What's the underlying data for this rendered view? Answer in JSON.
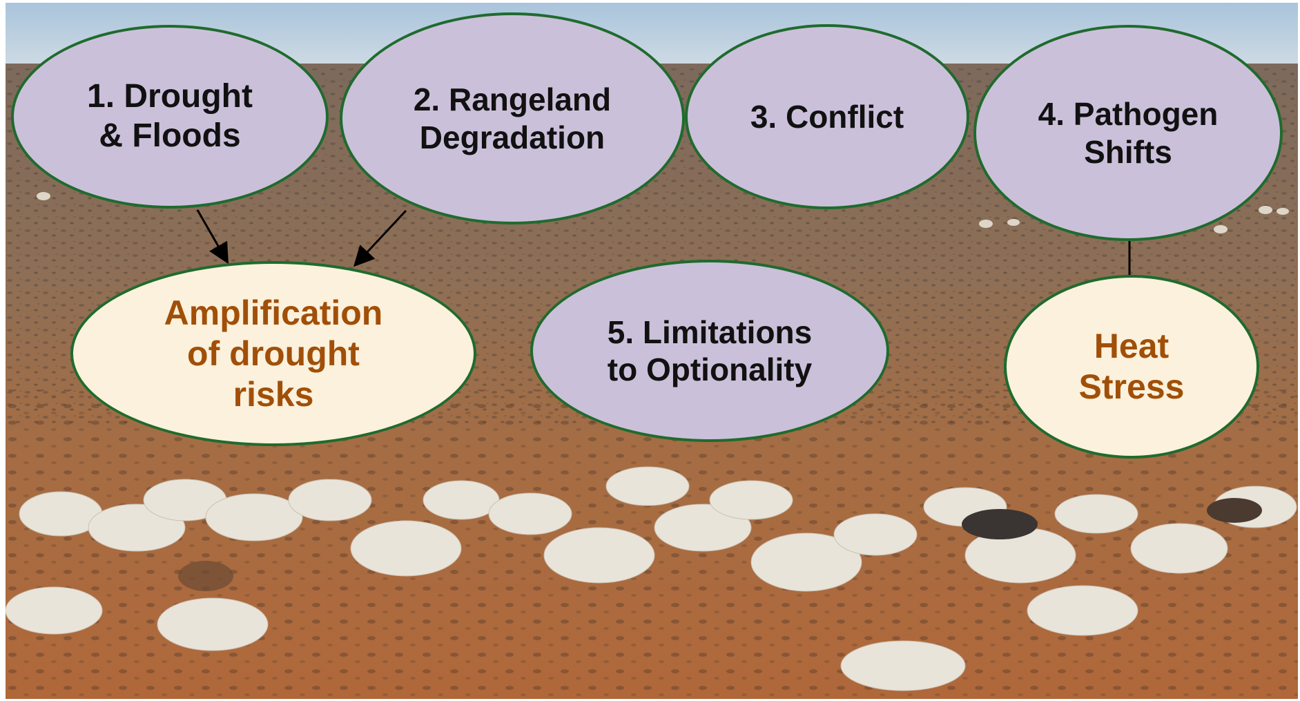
{
  "colors": {
    "driver_fill": "#cbc0da",
    "impact_fill": "#fbf1dc",
    "border": "#1f6b2e",
    "driver_text": "#111111",
    "impact_text": "#a14f08"
  },
  "drivers": [
    {
      "id": "drought-floods",
      "label": "1. Drought\n& Floods"
    },
    {
      "id": "rangeland-degradation",
      "label": "2. Rangeland\nDegradation"
    },
    {
      "id": "conflict",
      "label": "3. Conflict"
    },
    {
      "id": "pathogen-shifts",
      "label": "4. Pathogen\nShifts"
    },
    {
      "id": "limitations-optionality",
      "label": "5. Limitations\nto Optionality"
    }
  ],
  "impacts": [
    {
      "id": "amplification-drought",
      "label": "Amplification\nof drought\nrisks"
    },
    {
      "id": "heat-stress",
      "label": "Heat\nStress"
    }
  ],
  "edges": [
    {
      "from": "drought-floods",
      "to": "amplification-drought"
    },
    {
      "from": "rangeland-degradation",
      "to": "amplification-drought"
    },
    {
      "from": "pathogen-shifts",
      "to": "heat-stress"
    }
  ]
}
